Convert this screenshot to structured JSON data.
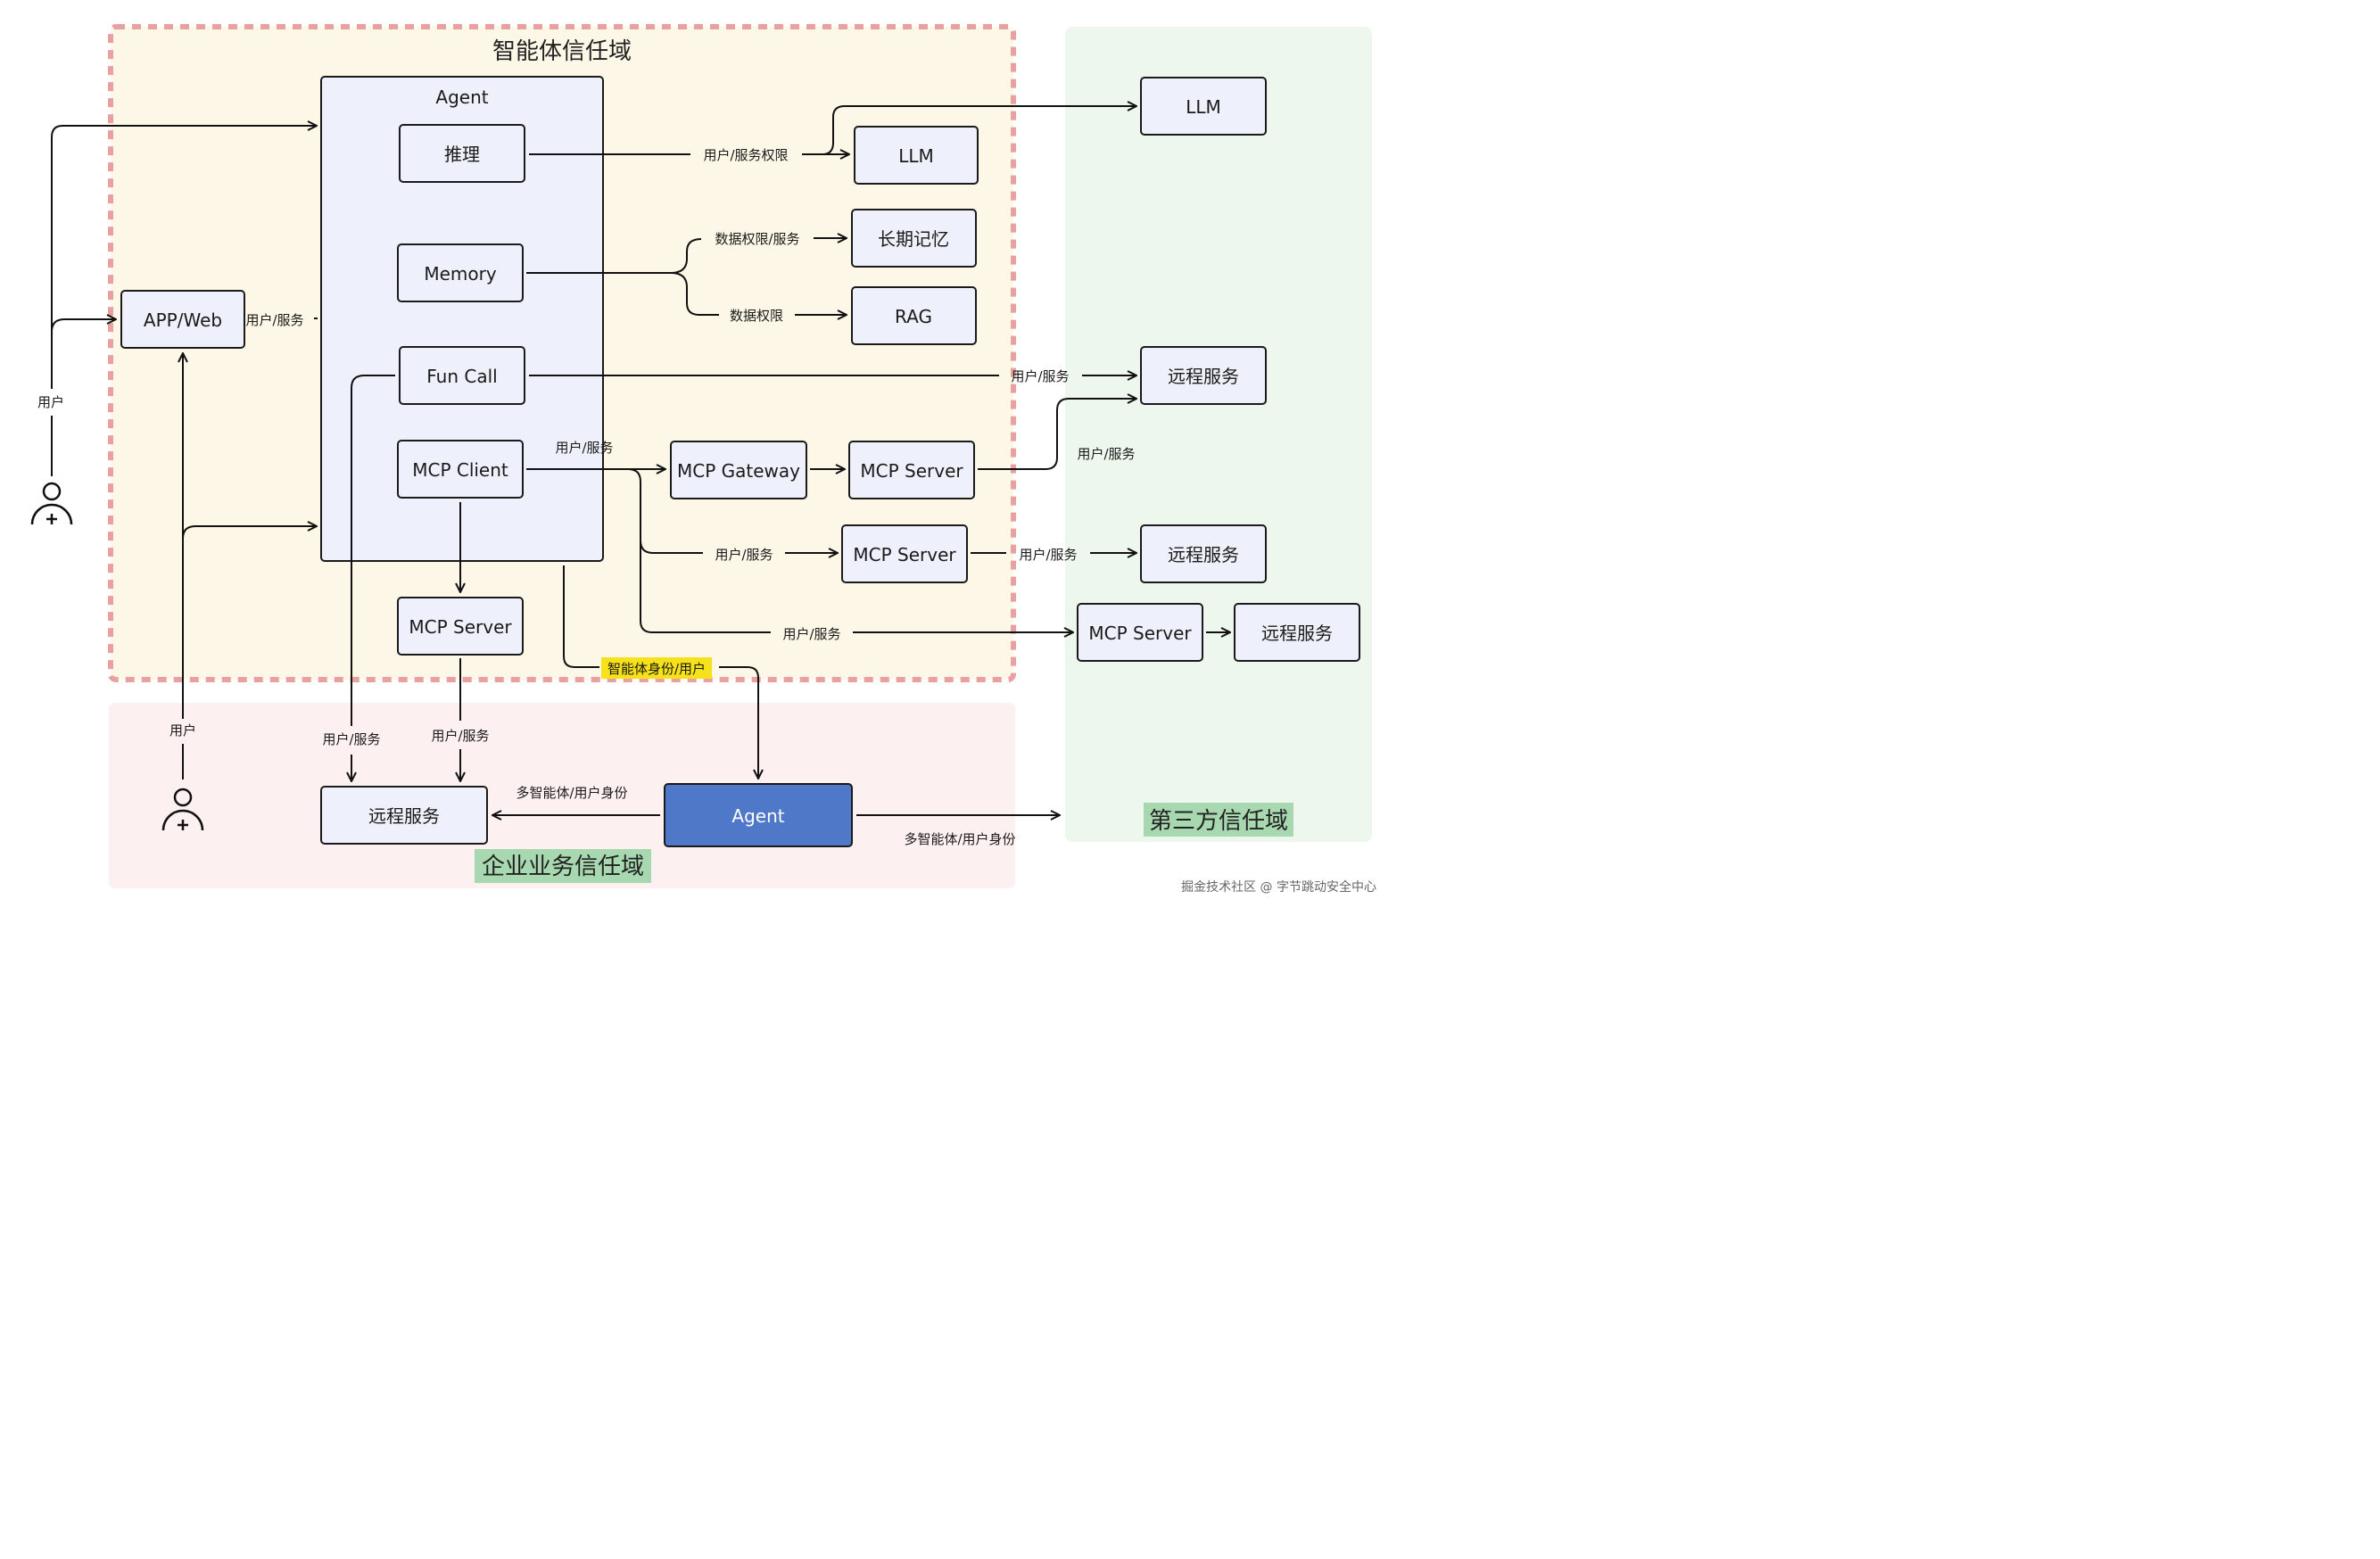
{
  "zones": {
    "agent_trust": "智能体信任域",
    "enterprise_trust": "企业业务信任域",
    "third_party_trust": "第三方信任域"
  },
  "nodes": {
    "agent_container": "Agent",
    "reasoning": "推理",
    "memory": "Memory",
    "fun_call": "Fun Call",
    "mcp_client": "MCP Client",
    "mcp_server_local": "MCP Server",
    "app_web": "APP/Web",
    "llm_local": "LLM",
    "long_term_memory": "长期记忆",
    "rag": "RAG",
    "mcp_gateway": "MCP Gateway",
    "mcp_server_gw": "MCP Server",
    "mcp_server_mid": "MCP Server",
    "llm_third": "LLM",
    "remote_service_1": "远程服务",
    "remote_service_2": "远程服务",
    "mcp_server_third": "MCP Server",
    "remote_service_3": "远程服务",
    "remote_service_ent": "远程服务",
    "agent_ent": "Agent"
  },
  "edge_labels": {
    "user_left": "用户",
    "user_bottom": "用户",
    "app_to_agent": "用户/服务",
    "reasoning_llm": "用户/服务权限",
    "mem_longterm": "数据权限/服务",
    "mem_rag": "数据权限",
    "funcall_remote": "用户/服务",
    "mcp_client_gw": "用户/服务",
    "mcp_server_remote": "用户/服务",
    "mcp_mid": "用户/服务",
    "mcp_mid_remote": "用户/服务",
    "mcp_third": "用户/服务",
    "funcall_ent": "用户/服务",
    "mcp_server_ent": "用户/服务",
    "agent_identity": "智能体身份/用户",
    "agent_to_remote": "多智能体/用户身份",
    "agent_to_third": "多智能体/用户身份"
  },
  "watermark": "掘金技术社区 @ 字节跳动安全中心",
  "colors": {
    "agent_zone_bg": "#fdf7e7",
    "agent_zone_border": "#e8a0a0",
    "enterprise_zone_bg": "#fdf0f0",
    "third_zone_bg": "#edf7ee",
    "box_fill": "#eef1fb",
    "agent_ent_fill": "#5078c8",
    "highlight_yellow": "#f7e11a",
    "label_green": "#a8d8b0"
  }
}
